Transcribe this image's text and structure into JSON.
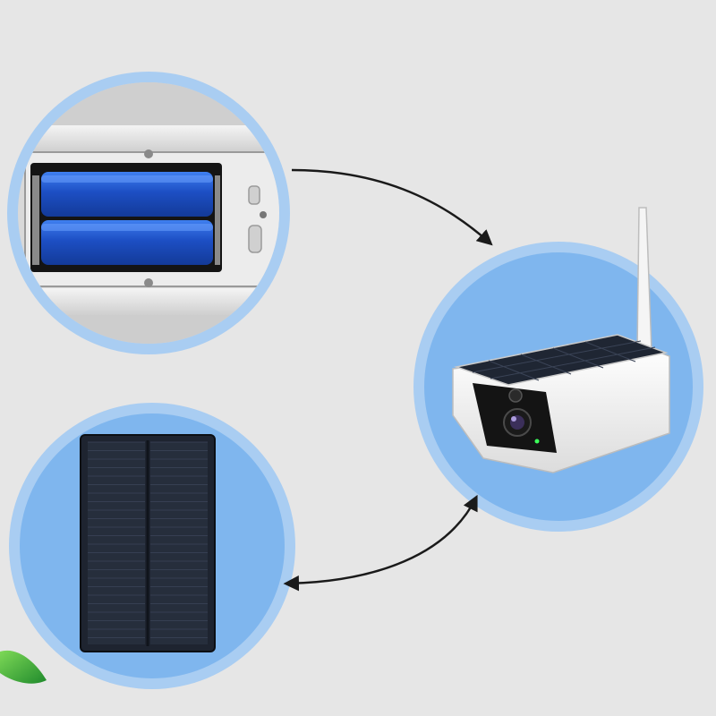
{
  "scene": {
    "background_color": "#e6e6e6",
    "ring_color": "#a9cdf2",
    "disc_color": "#7fb6ee",
    "arrow_color": "#1a1a1a",
    "panels": [
      {
        "name": "battery-compartment",
        "icon": "battery-pack-icon",
        "battery_count": 2,
        "battery_color": "#1d4fc4"
      },
      {
        "name": "solar-security-camera",
        "icon": "solar-camera-icon"
      },
      {
        "name": "solar-panel",
        "icon": "solar-panel-icon",
        "panel_color": "#1e2430"
      }
    ],
    "flow": [
      {
        "from": "battery-compartment",
        "to": "solar-security-camera",
        "direction": "one-way"
      },
      {
        "from": "solar-security-camera",
        "to": "solar-panel",
        "direction": "two-way"
      }
    ],
    "leaf_color": "#3aa83c"
  }
}
